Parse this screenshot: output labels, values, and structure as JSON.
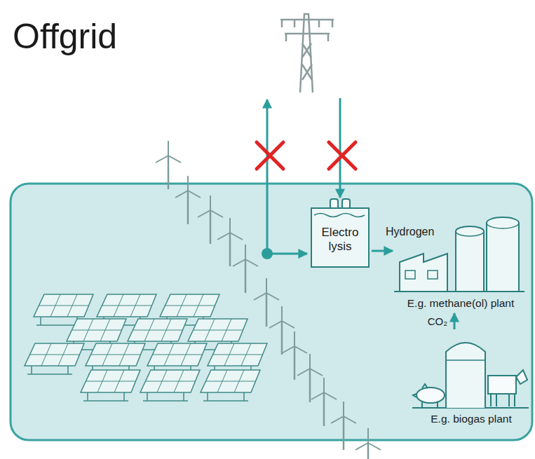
{
  "diagram": {
    "title": "Offgrid",
    "nodes": [
      {
        "text": [
          "Electro lysis"
        ]
      },
      {
        "text": [
          "E.g. methane(ol) plant"
        ]
      },
      {
        "text": [
          "E.g. biogas plant"
        ]
      }
    ],
    "edges": [
      {
        "from": 0,
        "to": 1,
        "arrow": "to",
        "label": "Hydrogen"
      },
      {
        "from": 2,
        "to": 1,
        "arrow": "to",
        "label": "CO₂"
      }
    ]
  }
}
